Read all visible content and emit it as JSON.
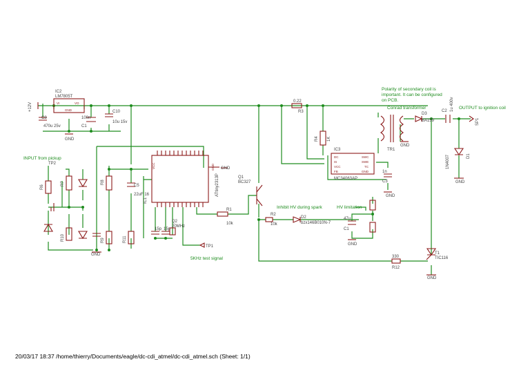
{
  "comments": {
    "polarity_1": "Polarity of secondary coil is",
    "polarity_2": "important. It can be configured",
    "polarity_3": "on PCB.",
    "transformer": "Conrad transformer",
    "output": "OUTPUT to ignition coil",
    "input": "INPUT from pickup",
    "inhibit": "Inhibit HV during spark",
    "hvlim": "HV limitation",
    "test": "5KHz test signal"
  },
  "parts": {
    "ic2_ref": "IC2",
    "ic2_val": "LM7805T",
    "ic2_vi": "VI",
    "ic2_vo": "VO",
    "ic2_gnd": "GND",
    "c8_ref": "C8",
    "c8_val": "470u 25v",
    "c8b_ref": "C1",
    "c8b_val": "100n",
    "c10_ref": "C10",
    "c10_val": "10u 15v",
    "ic1_ref": "IC1",
    "ic1_val": "ATtiny2313P",
    "ic3_ref": "IC3",
    "ic3_val": "MC34063AP",
    "tr1_ref": "TR1",
    "c5_ref": "C5",
    "c5_val": "22uF 16",
    "q1_ref": "Q1",
    "q1_val": "BC327",
    "r12_ref": "R12",
    "r12_val": "330",
    "t1_ref": "T1",
    "t1_val": "TIC116",
    "r3_ref": "R3",
    "r3_val": "0.22",
    "r4_ref": "R4",
    "r4_val": "1K",
    "r1_ref": "R1",
    "r1_val": "10k",
    "r2_ref": "R2",
    "r2_val": "10k",
    "d2_ref": "D2",
    "d2_val": "bzx146B010N-7",
    "d3_ref": "D3",
    "d3_val": "BA159",
    "c2_ref": "C2",
    "c2_val": "1u 400v",
    "d1_ref": "D1",
    "d1_val": "1N4007",
    "c1_ref": "C1",
    "c1_val": "47u",
    "c3_ref": "C3",
    "c3_val": "1n",
    "r6_ref": "R6",
    "r7_ref": "R7",
    "r8_ref": "R8",
    "r9_ref": "R9",
    "r10_ref": "R10",
    "r11_ref": "R11",
    "tp1": "TP1",
    "tp2": "TP2",
    "sp1": "SP1",
    "q2_ref": "Q2",
    "q2_val": "20MHz",
    "c15p": "15p",
    "c15p2": "15p"
  },
  "nets": {
    "gnd": "GND",
    "vcc": "+12V",
    "ic1_gnd": "GND",
    "ic1_vcc": "VCC",
    "ic3_pins": [
      "DC",
      "IS",
      "VCC",
      "FB",
      "SWC",
      "SWE",
      "TC",
      "GND"
    ]
  },
  "footer": {
    "text": "20/03/17 18:37  /home/thierry/Documents/eagle/dc-cdi_atmel/dc-cdi_atmel.sch (Sheet: 1/1)"
  }
}
